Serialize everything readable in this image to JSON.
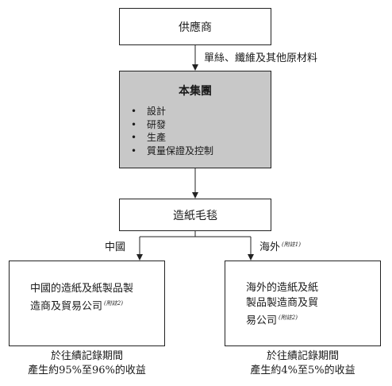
{
  "supplier": {
    "label": "供應商"
  },
  "materials_label": "單絲、纖維及其他原材料",
  "group": {
    "title": "本集團",
    "items": [
      "設計",
      "研發",
      "生產",
      "質量保證及控制"
    ]
  },
  "middle": {
    "label": "造紙毛毯"
  },
  "branches": {
    "china": {
      "label": "中國"
    },
    "overseas": {
      "label": "海外",
      "note": "(附註1)"
    }
  },
  "china_box": {
    "line1": "中國的造紙及紙製品製",
    "line2": "造商及貿易公司",
    "note": "(附註2)"
  },
  "overseas_box": {
    "line1": "海外的造紙及紙",
    "line2": "製品製造商及貿",
    "line3": "易公司",
    "note": "(附註2)"
  },
  "china_caption": {
    "line1": "於往績記錄期間",
    "line2": "產生約95%至96%的收益"
  },
  "overseas_caption": {
    "line1": "於往績記錄期間",
    "line2": "產生約4%至5%的收益"
  }
}
